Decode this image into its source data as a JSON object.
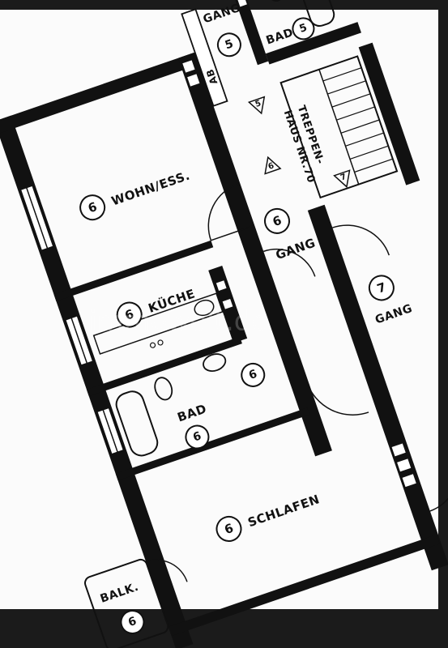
{
  "rooms": {
    "wohn": {
      "label": "WOHN/ESS.",
      "num": "6"
    },
    "kueche": {
      "label": "KÜCHE",
      "num": "6"
    },
    "gang_main": {
      "label": "GANG",
      "num": "6"
    },
    "bad_main": {
      "label": "BAD",
      "num": "6",
      "num2": "6"
    },
    "schlafen": {
      "label": "SCHLAFEN",
      "num": "6"
    },
    "balkon": {
      "label": "BALK.",
      "num": "6"
    },
    "gang_top": {
      "label": "GANG",
      "num": "5"
    },
    "bad_top": {
      "label": "BAD",
      "num": "5"
    },
    "ab": {
      "label": "AB"
    },
    "gang_right": {
      "label": "GANG",
      "num": "7"
    },
    "treppenhaus": {
      "label_line1": "TREPPEN-",
      "label_line2": "HAUS NR.70",
      "tri_top": "5",
      "tri_mid": "6",
      "tri_bottom": "7"
    }
  },
  "watermark": "immowelt.de"
}
